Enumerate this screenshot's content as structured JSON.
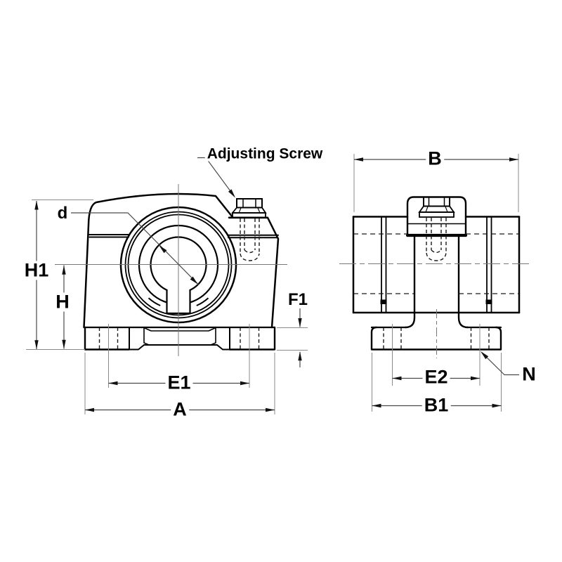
{
  "diagram": {
    "type": "engineering-drawing",
    "subject": "take-up bearing unit, two orthographic views",
    "labels": {
      "h1": "H1",
      "h": "H",
      "d": "d",
      "e1": "E1",
      "a": "A",
      "f1": "F1",
      "adjusting_screw": "Adjusting Screw",
      "b": "B",
      "e2": "E2",
      "b1": "B1",
      "n": "N"
    },
    "colors": {
      "background": "#ffffff",
      "outline": "#000000",
      "dimension_line": "#4a4a4a",
      "extension_line": "#8a8a8a",
      "centerline": "#777777",
      "hidden_line": "#1a1a1a",
      "arrowhead": "#111111",
      "text": "#000000"
    }
  }
}
